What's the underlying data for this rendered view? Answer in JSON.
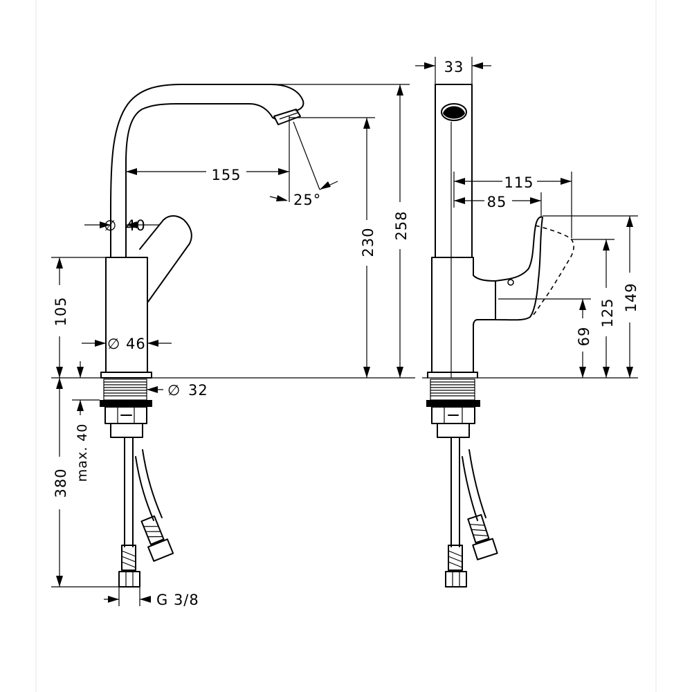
{
  "drawing": {
    "side_view": {
      "dims": {
        "reach": "155",
        "angle": "25°",
        "spout_diameter": "40",
        "body_diameter": "46",
        "thread_diameter": "32",
        "height_body": "105",
        "height_aerator": "230",
        "height_total": "258",
        "max_deck": "max. 40",
        "hose_length": "380",
        "connector": "G 3/8"
      }
    },
    "front_view": {
      "dims": {
        "spout_width": "33",
        "handle_reach_max": "115",
        "handle_reach": "85",
        "handle_height_max": "149",
        "handle_height_mid": "125",
        "handle_height_min": "69"
      }
    },
    "symbols": {
      "diameter": "∅"
    }
  }
}
